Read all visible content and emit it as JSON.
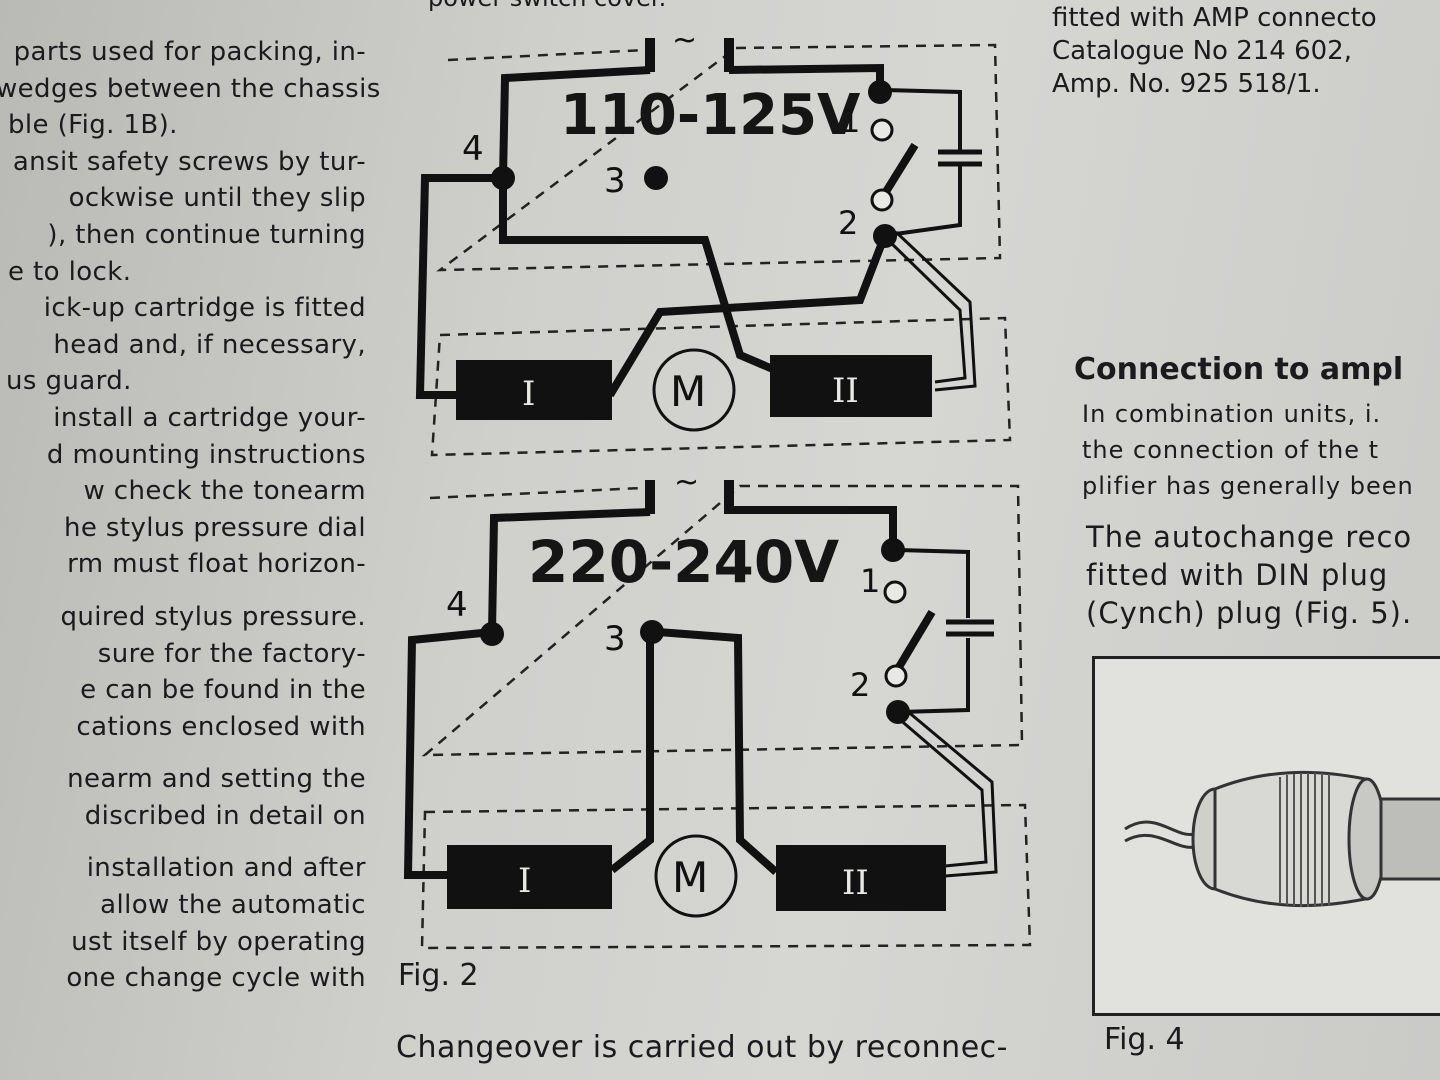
{
  "top_caption": "power switch cover.",
  "left_column": [
    "parts used for packing, in-",
    "wedges between the chassis",
    "ble (Fig. 1B).",
    "ansit safety screws by tur-",
    "ockwise until they slip",
    "), then continue turning",
    "e to lock.",
    "ick-up cartridge is fitted",
    "head and, if necessary,",
    "us guard.",
    "install a cartridge your-",
    "d mounting instructions",
    "w check the tonearm",
    "he stylus pressure dial",
    "rm must float horizon-",
    "",
    "quired stylus pressure.",
    "sure for the factory-",
    "e can be found in the",
    "cations enclosed with",
    "",
    "nearm and setting the",
    "discribed in detail on",
    "",
    "installation and after",
    "allow the automatic",
    "ust itself by operating",
    "one change cycle with"
  ],
  "right_column_top": [
    "fitted with AMP connecto",
    "Catalogue No 214 602,",
    "Amp. No. 925 518/1."
  ],
  "section_heading": "Connection to ampl",
  "right_para1": [
    "In combination units, i.",
    "the connection of the t",
    "plifier has generally been"
  ],
  "right_para2": [
    "The autochange reco",
    "fitted with DIN plug",
    "(Cynch) plug (Fig. 5)."
  ],
  "fig2": {
    "label": "Fig. 2",
    "tilde": "~",
    "top": {
      "voltage": "110-125V",
      "terminals": [
        "1",
        "2",
        "3",
        "4"
      ],
      "motor": "M",
      "winding_left": "I",
      "winding_right": "II"
    },
    "bottom": {
      "voltage": "220-240V",
      "terminals": [
        "1",
        "2",
        "3",
        "4"
      ],
      "motor": "M",
      "winding_left": "I",
      "winding_right": "II"
    }
  },
  "fig4": {
    "label": "Fig. 4"
  },
  "bottom_text": "Changeover is carried out by reconnec-"
}
